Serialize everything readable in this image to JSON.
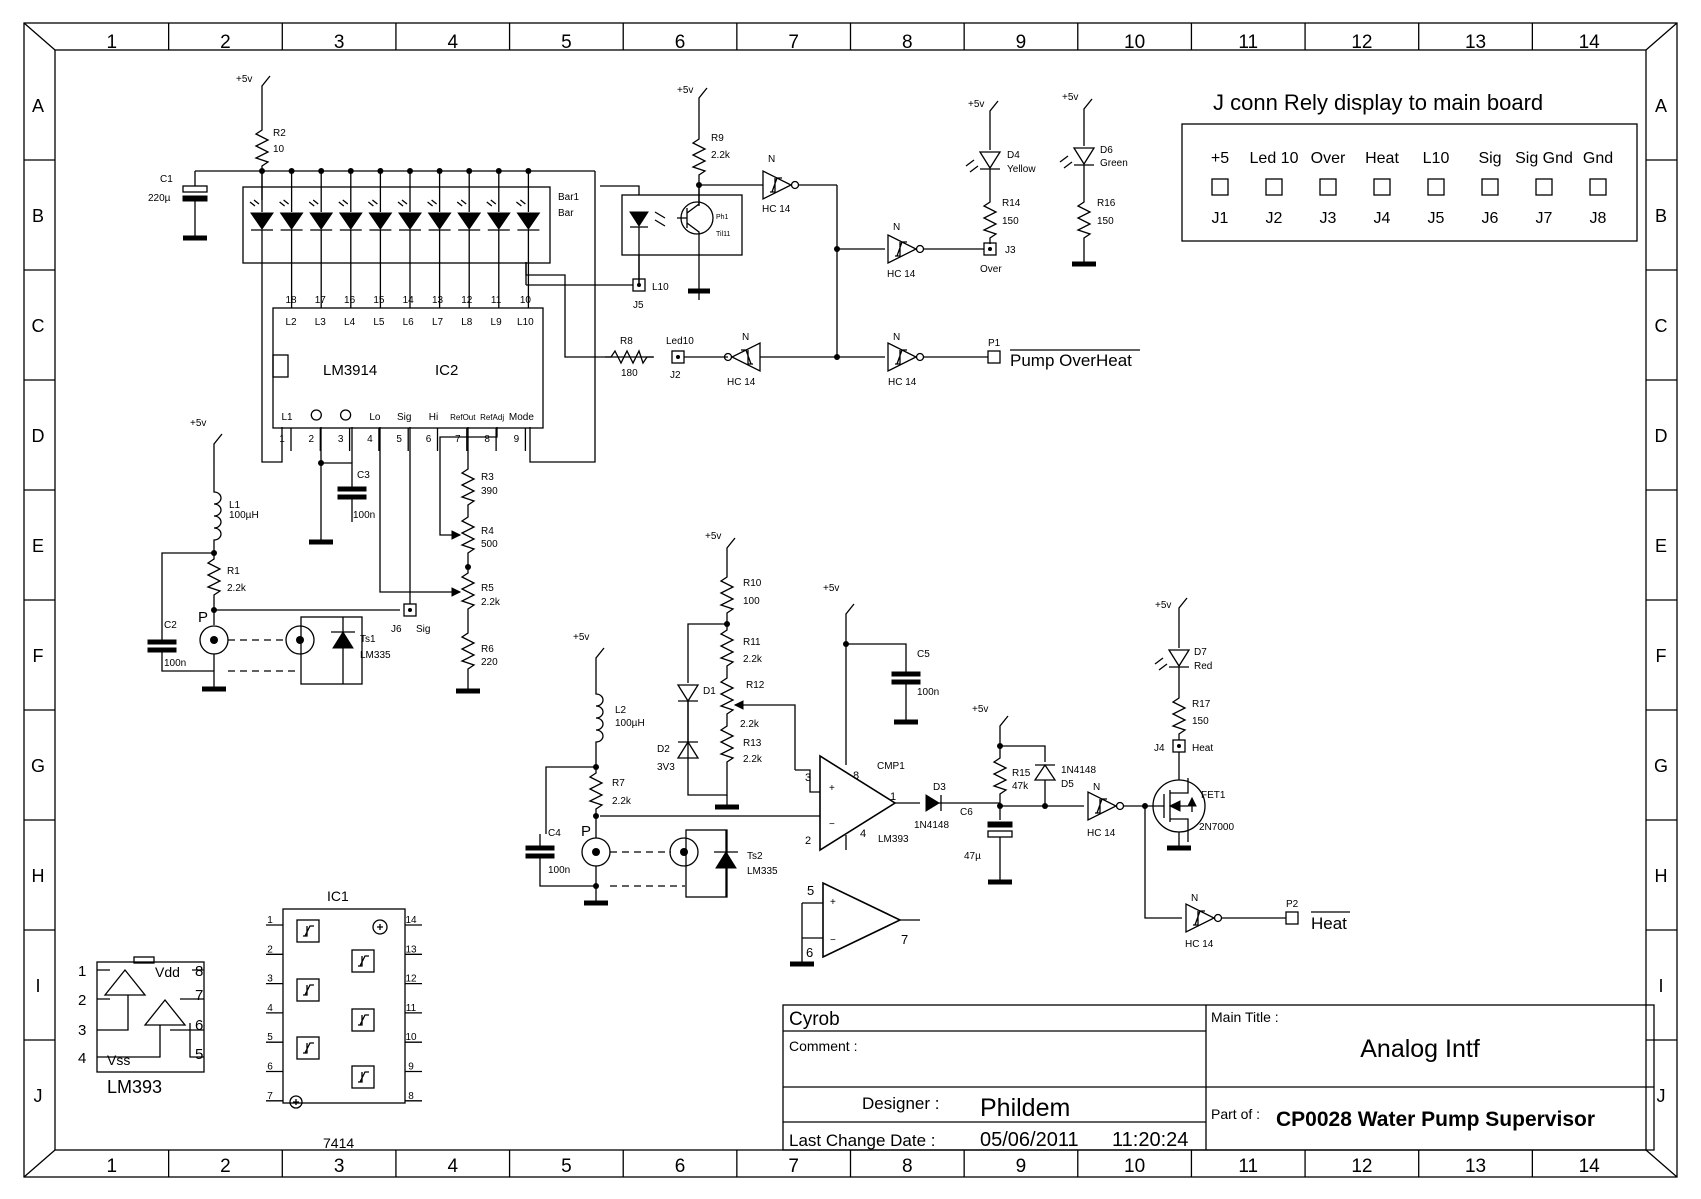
{
  "frame": {
    "cols": [
      "1",
      "2",
      "3",
      "4",
      "5",
      "6",
      "7",
      "8",
      "9",
      "10",
      "11",
      "12",
      "13",
      "14"
    ],
    "rows": [
      "A",
      "B",
      "C",
      "D",
      "E",
      "F",
      "G",
      "H",
      "I",
      "J"
    ]
  },
  "connector": {
    "title": "J conn Rely display to main board",
    "pins": [
      {
        "name": "+5",
        "ref": "J1"
      },
      {
        "name": "Led 10",
        "ref": "J2"
      },
      {
        "name": "Over",
        "ref": "J3"
      },
      {
        "name": "Heat",
        "ref": "J4"
      },
      {
        "name": "L10",
        "ref": "J5"
      },
      {
        "name": "Sig",
        "ref": "J6"
      },
      {
        "name": "Sig Gnd",
        "ref": "J7"
      },
      {
        "name": "Gnd",
        "ref": "J8"
      }
    ]
  },
  "labels": {
    "v5": "+5v",
    "hc14": "HC 14",
    "n": "N",
    "p": "P",
    "pump_overheat": "Pump OverHeat",
    "heat_out": "Heat",
    "p1": "P1",
    "p2": "P2",
    "over": "Over",
    "heat": "Heat",
    "sig": "Sig",
    "led10": "Led10",
    "l10": "L10"
  },
  "components": {
    "r2": {
      "ref": "R2",
      "val": "10"
    },
    "c1": {
      "ref": "C1",
      "val": "220µ"
    },
    "bar1": {
      "ref": "Bar1",
      "val": "Bar"
    },
    "r9": {
      "ref": "R9",
      "val": "2.2k"
    },
    "ph1": {
      "ref": "Ph1",
      "val": "Til11"
    },
    "d4": {
      "ref": "D4",
      "val": "Yellow"
    },
    "d6": {
      "ref": "D6",
      "val": "Green"
    },
    "r14": {
      "ref": "R14",
      "val": "150"
    },
    "r16": {
      "ref": "R16",
      "val": "150"
    },
    "j3": "J3",
    "j5": "J5",
    "j2": "J2",
    "j6": "J6",
    "j4": "J4",
    "r8": {
      "ref": "R8",
      "val": "180"
    },
    "ic2": {
      "type": "LM3914",
      "ref": "IC2"
    },
    "l1": {
      "ref": "L1",
      "val": "100µH"
    },
    "c3": {
      "ref": "C3",
      "val": "100n"
    },
    "r3": {
      "ref": "R3",
      "val": "390"
    },
    "r4": {
      "ref": "R4",
      "val": "500"
    },
    "r1": {
      "ref": "R1",
      "val": "2.2k"
    },
    "r5": {
      "ref": "R5",
      "val": "2.2k"
    },
    "r6": {
      "ref": "R6",
      "val": "220"
    },
    "c2": {
      "ref": "C2",
      "val": "100n"
    },
    "ts1": {
      "ref": "Ts1",
      "val": "LM335"
    },
    "r10": {
      "ref": "R10",
      "val": "100"
    },
    "r11": {
      "ref": "R11",
      "val": "2.2k"
    },
    "r12": {
      "ref": "R12",
      "val": "2.2k"
    },
    "r13": {
      "ref": "R13",
      "val": "2.2k"
    },
    "d1": {
      "ref": "D1"
    },
    "d2": {
      "ref": "D2",
      "val": "3V3"
    },
    "c5": {
      "ref": "C5",
      "val": "100n"
    },
    "cmp1": {
      "ref": "CMP1",
      "val": "LM393"
    },
    "d3": {
      "ref": "D3",
      "val": "1N4148"
    },
    "c6": {
      "ref": "C6",
      "val": "47µ"
    },
    "r15": {
      "ref": "R15",
      "val": "47k"
    },
    "d5": {
      "ref": "D5",
      "val": "1N4148"
    },
    "l2": {
      "ref": "L2",
      "val": "100µH"
    },
    "r7": {
      "ref": "R7",
      "val": "2.2k"
    },
    "c4": {
      "ref": "C4",
      "val": "100n"
    },
    "ts2": {
      "ref": "Ts2",
      "val": "LM335"
    },
    "d7": {
      "ref": "D7",
      "val": "Red"
    },
    "r17": {
      "ref": "R17",
      "val": "150"
    },
    "fet1": {
      "ref": "FET1",
      "val": "2N7000"
    },
    "ic1": {
      "ref": "IC1",
      "val": "7414"
    },
    "lm393": {
      "name": "LM393",
      "vdd": "Vdd",
      "vss": "Vss"
    }
  },
  "ic2_pins": {
    "top_nums": [
      "18",
      "17",
      "16",
      "15",
      "14",
      "13",
      "12",
      "11",
      "10"
    ],
    "top_names": [
      "L2",
      "L3",
      "L4",
      "L5",
      "L6",
      "L7",
      "L8",
      "L9",
      "L10"
    ],
    "bottom_nums": [
      "1",
      "2",
      "3",
      "4",
      "5",
      "6",
      "7",
      "8",
      "9"
    ],
    "bottom_names": [
      "L1",
      "",
      "",
      "Lo",
      "Sig",
      "Hi",
      "RefOut",
      "RefAdj",
      "Mode"
    ]
  },
  "cmp_pins": {
    "p3": "3",
    "p2": "2",
    "p8": "8",
    "p4": "4",
    "p1": "1",
    "p5": "5",
    "p6": "6",
    "p7": "7"
  },
  "ic1_pins": {
    "left": [
      "1",
      "2",
      "3",
      "4",
      "5",
      "6",
      "7"
    ],
    "right": [
      "14",
      "13",
      "12",
      "11",
      "10",
      "9",
      "8"
    ]
  },
  "lm393_pins": {
    "left": [
      "1",
      "2",
      "3",
      "4"
    ],
    "right": [
      "8",
      "7",
      "6",
      "5"
    ]
  },
  "title_block": {
    "company": "Cyrob",
    "comment_label": "Comment :",
    "main_title_label": "Main Title :",
    "main_title": "Analog Intf",
    "designer_label": "Designer :",
    "designer": "Phildem",
    "date_label": "Last Change Date :",
    "date": "05/06/2011",
    "time": "11:20:24",
    "part_label": "Part of :",
    "part": "CP0028 Water Pump Supervisor"
  }
}
